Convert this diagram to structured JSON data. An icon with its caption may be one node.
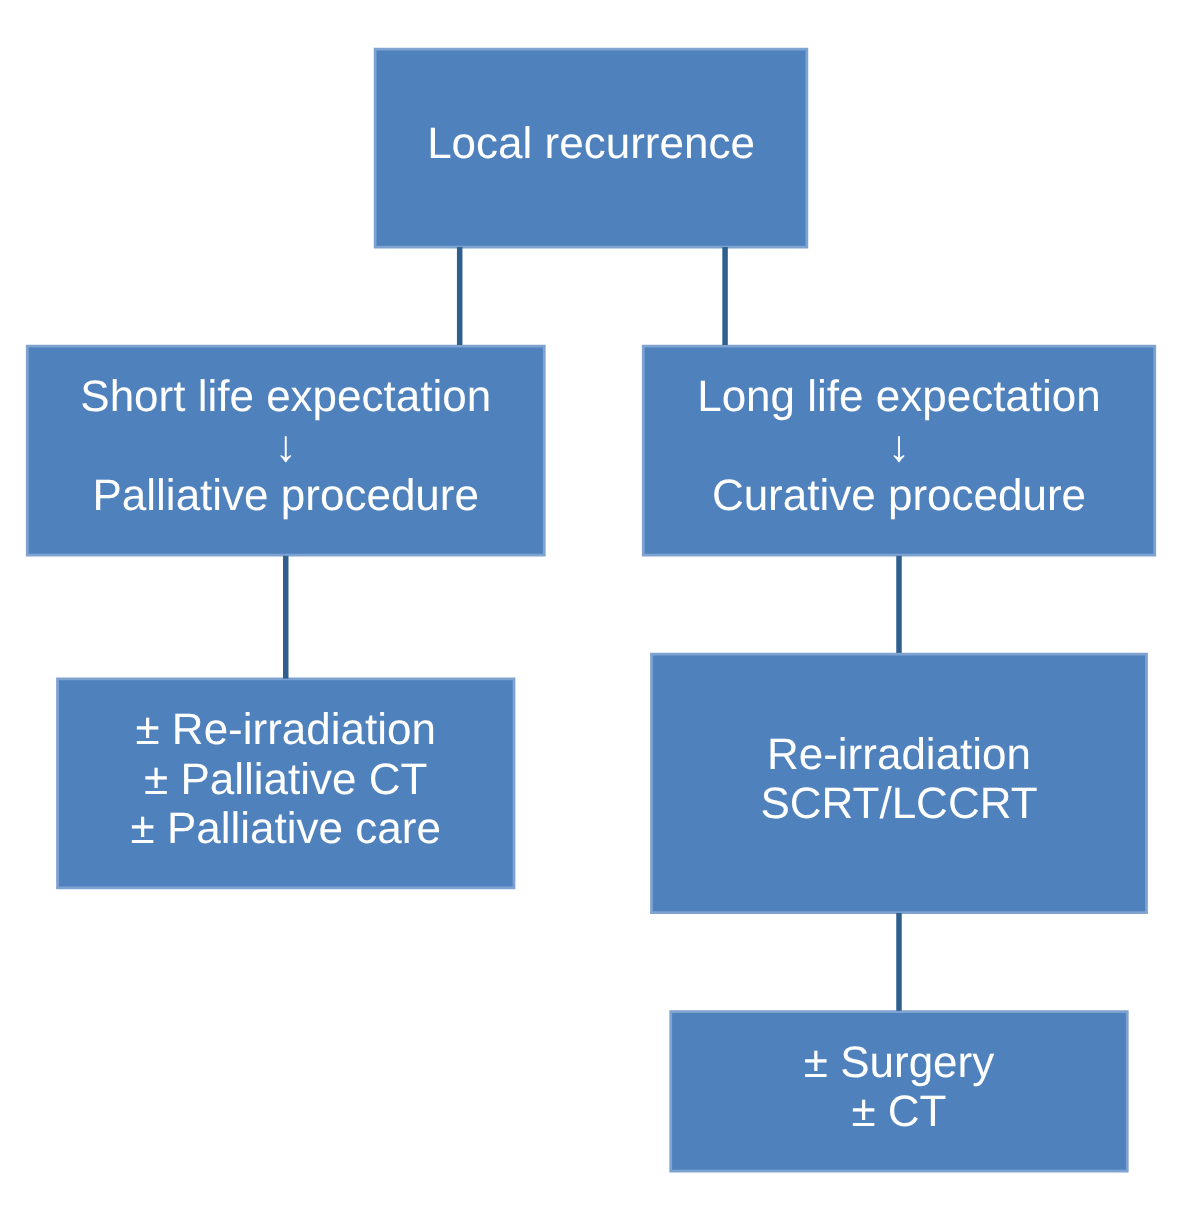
{
  "diagram": {
    "nodes": [
      {
        "text": [
          "Local recurrence"
        ]
      },
      {
        "text": [
          "Short life expectation",
          "↓",
          "Palliative procedure"
        ]
      },
      {
        "text": [
          "Long life expectation",
          "↓",
          "Curative procedure"
        ]
      },
      {
        "text": [
          "± Re-irradiation",
          "± Palliative CT",
          "± Palliative care"
        ]
      },
      {
        "text": [
          "Re-irradiation",
          "SCRT/LCCRT"
        ]
      },
      {
        "text": [
          "± Surgery",
          "± CT"
        ]
      }
    ],
    "edges": [
      {
        "from": 0,
        "to": 1,
        "arrow": "none"
      },
      {
        "from": 0,
        "to": 2,
        "arrow": "none"
      },
      {
        "from": 1,
        "to": 3,
        "arrow": "none"
      },
      {
        "from": 2,
        "to": 4,
        "arrow": "none"
      },
      {
        "from": 4,
        "to": 5,
        "arrow": "none"
      }
    ]
  }
}
